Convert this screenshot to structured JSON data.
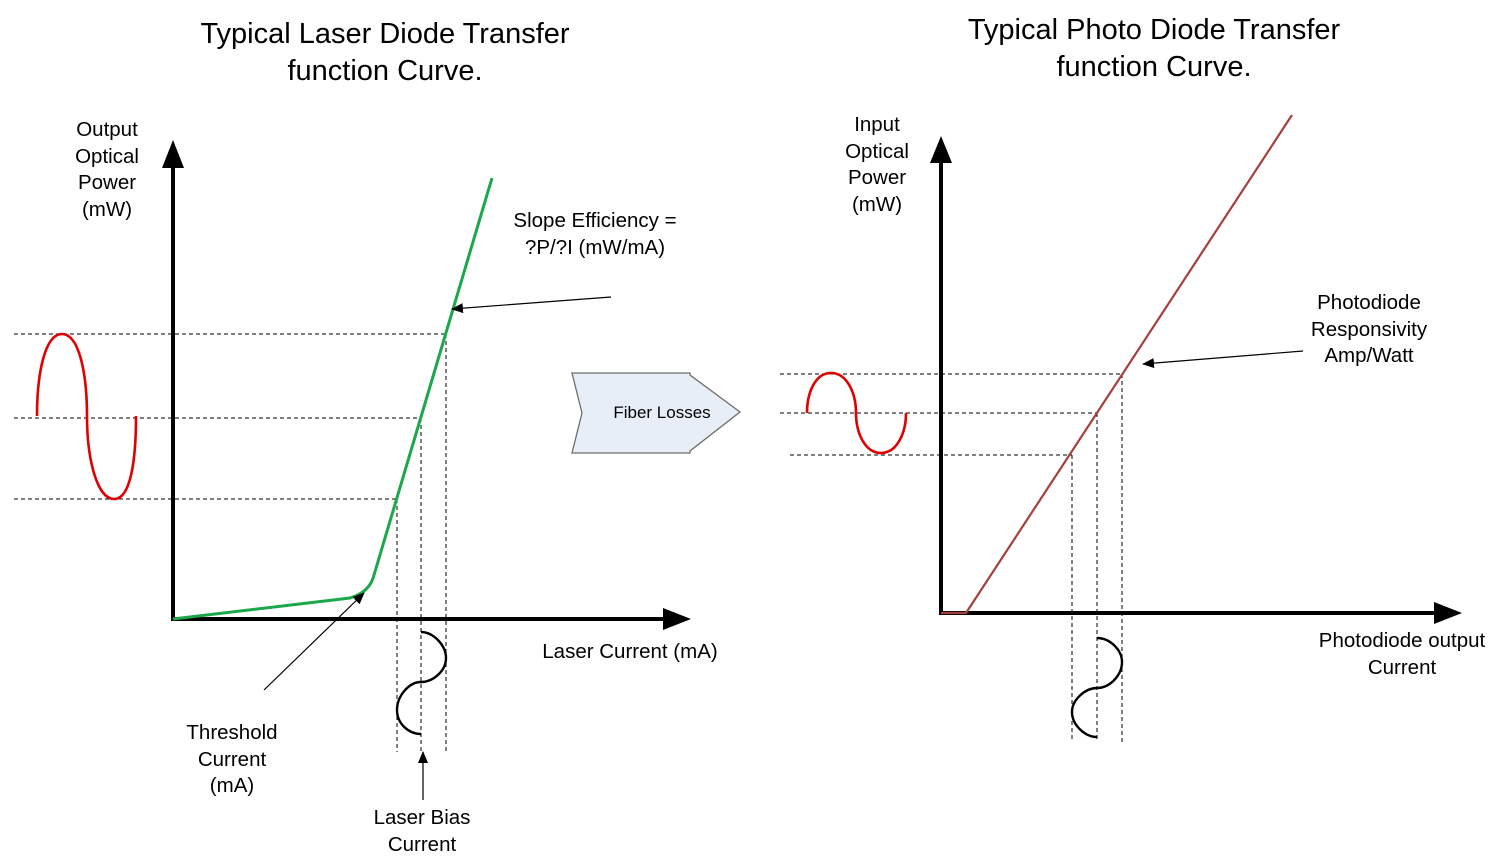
{
  "left_panel": {
    "title": "Typical Laser Diode Transfer\nfunction Curve.",
    "y_axis_label": "Output\nOptical\nPower\n(mW)",
    "x_axis_label": "Laser Current (mA)",
    "slope_label": "Slope Efficiency =\n?P/?I (mW/mA)",
    "threshold_label": "Threshold\nCurrent\n(mA)",
    "bias_label": "Laser Bias\nCurrent",
    "curve_color": "#1aa84a",
    "signal_color": "#e00000"
  },
  "middle": {
    "arrow_label": "Fiber Losses",
    "arrow_fill": "#e8eef8"
  },
  "right_panel": {
    "title": "Typical Photo Diode Transfer\nfunction Curve.",
    "y_axis_label": "Input\nOptical\nPower\n(mW)",
    "x_axis_label": "Photodiode output\nCurrent",
    "responsivity_label": "Photodiode\nResponsivity\nAmp/Watt",
    "curve_color": "#a5403c",
    "signal_color": "#e00000"
  }
}
